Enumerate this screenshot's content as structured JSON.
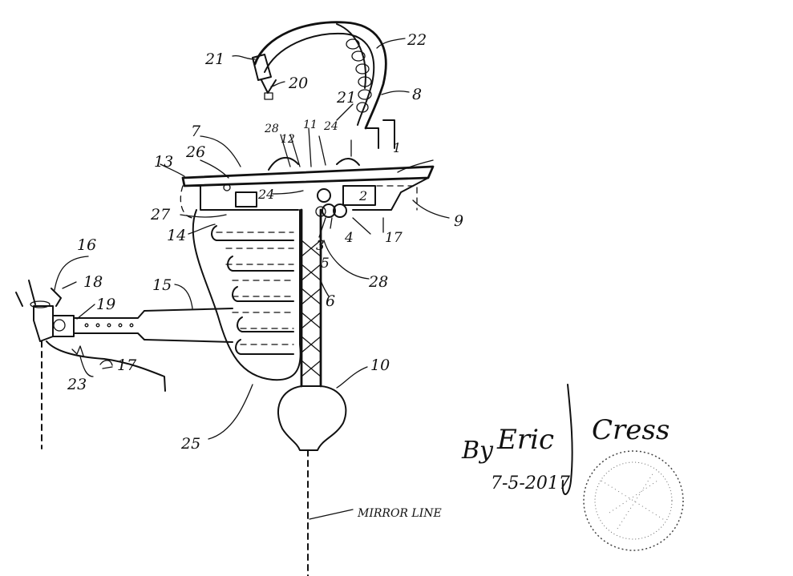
{
  "labels": {
    "n1": "1",
    "n2": "2",
    "n3": "3",
    "n4": "4",
    "n5": "5",
    "n6": "6",
    "n7": "7",
    "n8": "8",
    "n9": "9",
    "n10": "10",
    "n11": "11",
    "n12": "12",
    "n13": "13",
    "n14": "14",
    "n15": "15",
    "n16": "16",
    "n17": "17",
    "n17b": "17",
    "n18": "18",
    "n19": "19",
    "n20": "20",
    "n21a": "21",
    "n21b": "21",
    "n22": "22",
    "n23": "23",
    "n24a": "24",
    "n24b": "24",
    "n25": "25",
    "n26": "26",
    "n27": "27",
    "n28a": "28",
    "n28b": "28"
  },
  "mirror_line_label": "MIRROR LINE",
  "signature": {
    "by": "By",
    "first": "Eric",
    "last": "Cress"
  },
  "date": "7-5-2017",
  "colors": {
    "ink": "#111111",
    "paper": "#ffffff"
  }
}
